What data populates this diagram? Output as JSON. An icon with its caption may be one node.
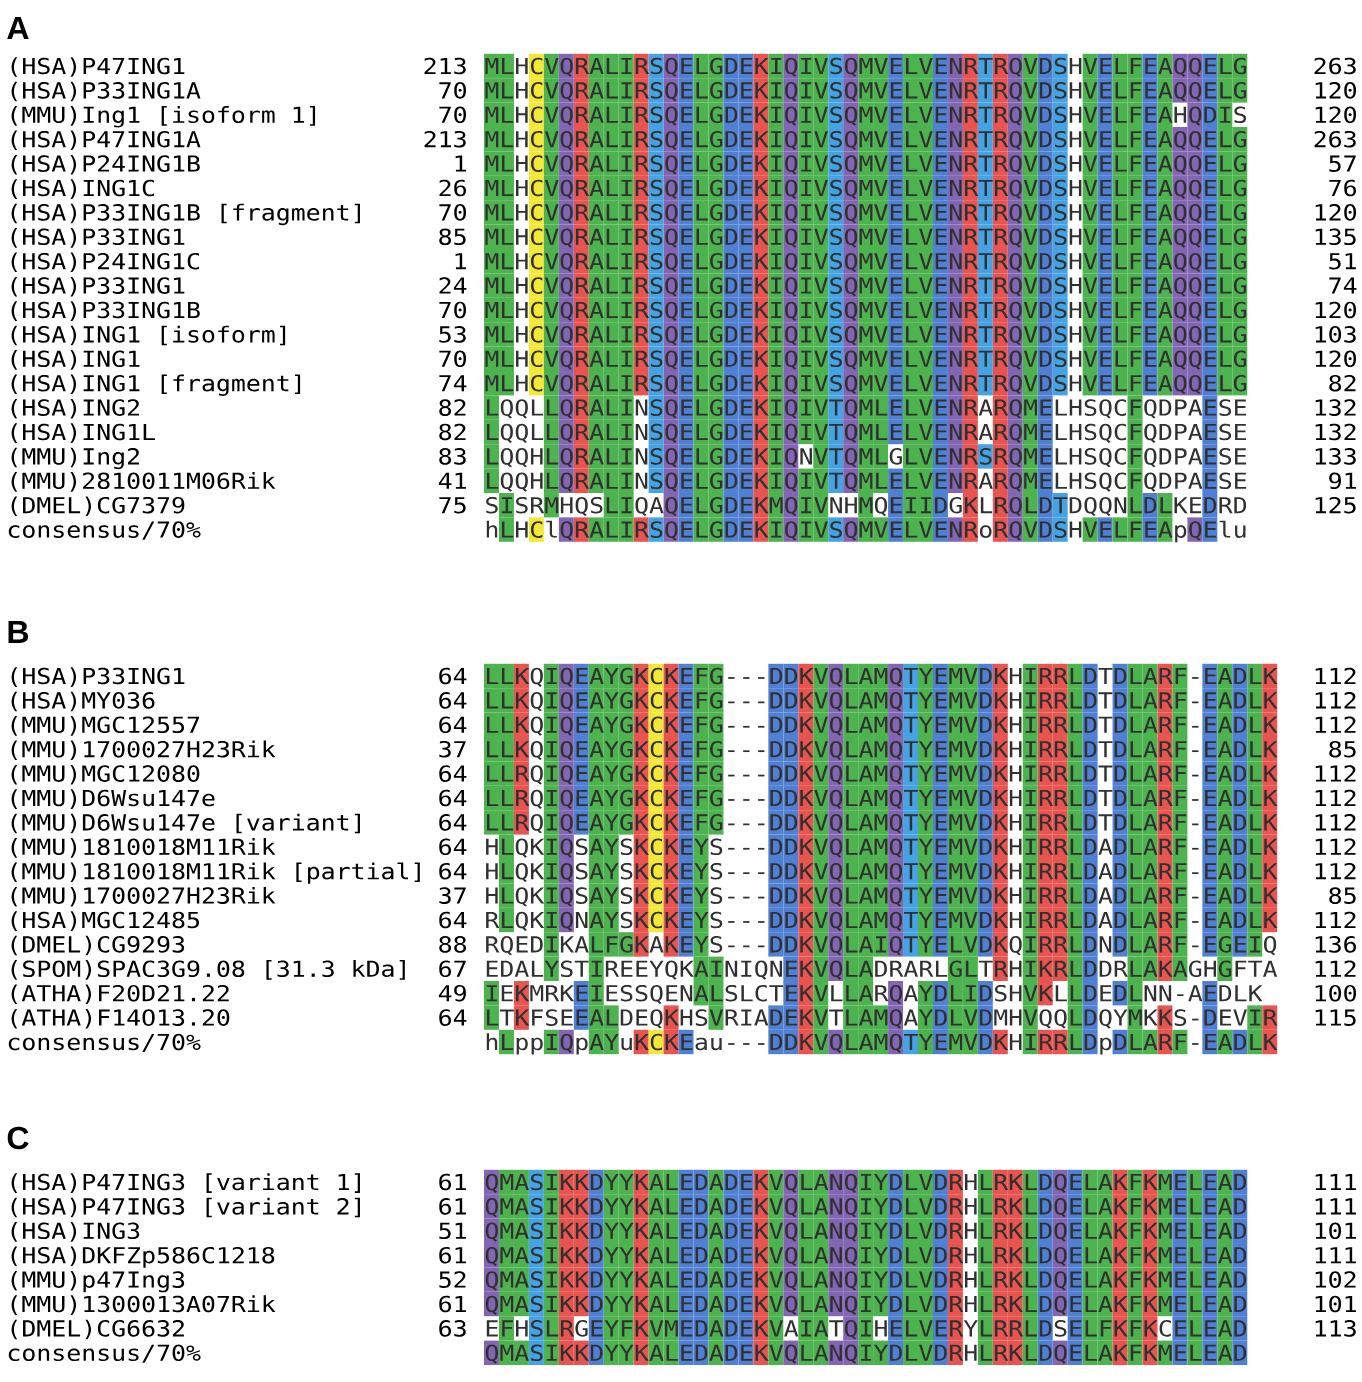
{
  "diagram": {
    "labels": [
      "A",
      "(HSA)P47ING1",
      "213",
      "MLHCVQRALIRSQELGDEKIQIVSQMVELVENRTRQVDSHVELFEAQQELG",
      "263",
      "(HSA)P33ING1A",
      "70",
      "MLHCVQRALIRSQELGDEKIQIVSQMVELVENRTRQVDSHVELFEAQQELG",
      "120",
      "(MMU)Ing1 [isoform 1]",
      "70",
      "MLHCVQRALIRSQELGDEKIQIVSQMVELVENRTRQVDSHVELFEAHQDIS",
      "120",
      "(HSA)P47ING1A",
      "213",
      "MLHCVQRALIRSQELGDEKIQIVSQMVELVENRTRQVDSHVELFEAQQELG",
      "263",
      "(HSA)P24ING1B",
      "1",
      "MLHCVQRALIRSQELGDEKIQIVSQMVELVENRTRQVDSHVELFEAQQELG",
      "57",
      "(HSA)ING1C",
      "26",
      "MLHCVQRALIRSQELGDEKIQIVSQMVELVENRTRQVDSHVELFEAQQELG",
      "76",
      "(HSA)P33ING1B [fragment]",
      "70",
      "MLHCVQRALIRSQELGDEKIQIVSQMVELVENRTRQVDSHVELFEAQQELG",
      "120",
      "(HSA)P33ING1",
      "85",
      "MLHCVQRALIRSQELGDEKIQIVSQMVELVENRTRQVDSHVELFEAQQELG",
      "135",
      "(HSA)P24ING1C",
      "1",
      "MLHCVQRALIRSQELGDEKIQIVSQMVELVENRTRQVDSHVELFEAQQELG",
      "51",
      "(HSA)P33ING1",
      "24",
      "MLHCVQRALIRSQELGDEKIQIVSQMVELVENRTRQVDSHVELFEAQQELG",
      "74",
      "(HSA)P33ING1B",
      "70",
      "MLHCVQRALIRSQELGDEKIQIVSQMVELVENRTRQVDSHVELFEAQQELG",
      "120",
      "(HSA)ING1 [isoform]",
      "53",
      "MLHCVQRALIRSQELGDEKIQIVSQMVELVENRTRQVDSHVELFEAQQELG",
      "103",
      "(HSA)ING1",
      "70",
      "MLHCVQRALIRSQELGDEKIQIVSQMVELVENRTRQVDSHVELFEAQQELG",
      "120",
      "(HSA)ING1 [fragment]",
      "74",
      "MLHCVQRALIRSQELGDEKIQIVSQMVELVENRTRQVDSHVELFEAQQELG",
      "82",
      "(HSA)ING2",
      "82",
      "LQQLLQRALINSQELGDEKIQIVTQMLELVENRARQMELHSQCFQDPAESE",
      "132",
      "(HSA)ING1L",
      "82",
      "LQQLLQRALINSQELGDEKIQIVTQMLELVENRARQMELHSQCFQDPAESE",
      "132",
      "(MMU)Ing2",
      "83",
      "LQQHLQRALINSQELGDEKIQNVTQMLGLVENRSRQMELHSQCFQDPAESE",
      "133",
      "(MMU)2810011M06Rik",
      "41",
      "LQQHLQRALINSQELGDEKIQIVTQMLELVENRARQMELHSQCFQDPAESE",
      "91",
      "(DMEL)CG7379",
      "75",
      "SISRMHQSLIQAQELGDEKMQIVNHMQEIIDGKLRQLDTDQQNLDLKEDRD",
      "125",
      "consensus/70%",
      "hLHClQRALIRSQELGDEKIQIVSQMVELVENRoRQVDSHVELFEApQElu",
      "B",
      "(HSA)P33ING1",
      "64",
      "LLKQIQEAYGKCKEFG---DDKVQLAMQTYEMVDKHIRRLDTDLARF-EADLK",
      "112",
      "(HSA)MY036",
      "64",
      "LLKQIQEAYGKCKEFG---DDKVQLAMQTYEMVDKHIRRLDTDLARF-EADLK",
      "112",
      "(MMU)MGC12557",
      "64",
      "LLKQIQEAYGKCKEFG---DDKVQLAMQTYEMVDKHIRRLDTDLARF-EADLK",
      "112",
      "(MMU)1700027H23Rik",
      "37",
      "LLKQIQEAYGKCKEFG---DDKVQLAMQTYEMVDKHIRRLDTDLARF-EADLK",
      "85",
      "(MMU)MGC12080",
      "64",
      "LLRQIQEAYGKCKEFG---DDKVQLAMQTYEMVDKHIRRLDTDLARF-EADLK",
      "112",
      "(MMU)D6Wsu147e",
      "64",
      "LLRQIQEAYGKCKEFG---DDKVQLAMQTYEMVDKHIRRLDTDLARF-EADLK",
      "112",
      "(MMU)D6Wsu147e [variant]",
      "64",
      "LLRQIQEAYGKCKEFG---DDKVQLAMQTYEMVDKHIRRLDTDLARF-EADLK",
      "112",
      "(MMU)1810018M11Rik",
      "64",
      "HLQKIQSAYSKCKEYS---DDKVQLAMQTYEMVDKHIRRLDADLARF-EADLK",
      "112",
      "(MMU)1810018M11Rik [partial]",
      "64",
      "HLQKIQSAYSKCKEYS---DDKVQLAMQTYEMVDKHIRRLDADLARF-EADLK",
      "112",
      "(MMU)1700027H23Rik",
      "37",
      "HLQKIQSAYSKCKEYS---DDKVQLAMQTYEMVDKHIRRLDADLARF-EADLK",
      "85",
      "(HSA)MGC12485",
      "64",
      "RLQKIQNAYSKCKEYS---DDKVQLAMQTYEMVDKHIRRLDADLARF-EADLK",
      "112",
      "(DMEL)CG9293",
      "88",
      "RQEDIKALFGKAKEYS---DDKVQLAIQTYELVDKQIRRLDNDLARF-EGEIQ",
      "136",
      "(SPOM)SPAC3G9.08 [31.3 kDa]",
      "67",
      "EDALYSTIREEYQKAINIQNEKVQLADRARLGLTRHIKRLDDRLAKAGHGFTA",
      "112",
      "(ATHA)F20D21.22",
      "49",
      "IEKMRKEIESSQENALSLCTEKVLLARQAYDLIDSHVKLLDEDLNN-AEDLK",
      "100",
      "(ATHA)F14O13.20",
      "64",
      "LTKFSEEALDEQKHSVRIADEKVTLAMQAYDLVDMHVQQLDQYMKKS-DEVIR",
      "115",
      "consensus/70%",
      "hLppIQpAYuKCKEau---DDKVQLAMQTYEMVDKHIRRLDpDLARF-EADLK",
      "C",
      "(HSA)P47ING3 [variant 1]",
      "61",
      "QMASIKKDYYKALEDADEKVQLANQIYDLVDRHLRKLDQELAKFKMELEAD",
      "111",
      "(HSA)P47ING3 [variant 2]",
      "61",
      "QMASIKKDYYKALEDADEKVQLANQIYDLVDRHLRKLDQELAKFKMELEAD",
      "111",
      "(HSA)ING3",
      "51",
      "QMASIKKDYYKALEDADEKVQLANQIYDLVDRHLRKLDQELAKFKMELEAD",
      "101",
      "(HSA)DKFZp586C1218",
      "61",
      "QMASIKKDYYKALEDADEKVQLANQIYDLVDRHLRKLDQELAKFKMELEAD",
      "111",
      "(MMU)p47Ing3",
      "52",
      "QMASIKKDYYKALEDADEKVQLANQIYDLVDRHLRKLDQELAKFKMELEAD",
      "102",
      "(MMU)1300013A07Rik",
      "61",
      "QMASIKKDYYKALEDADEKVQLANQIYDLVDRHLRKLDQELAKFKMELEAD",
      "101",
      "(DMEL)CG6632",
      "63",
      "EFHSLRGEYFKVMEDADEKVAIATQIHELVERYLRRLDSELFKFKCELEAD",
      "113",
      "consensus/70%",
      "QMASIKKDYYKALEDADEKVQLANQIYDLVDRHLRKLDQELAKFKMELEAD"
    ]
  }
}
